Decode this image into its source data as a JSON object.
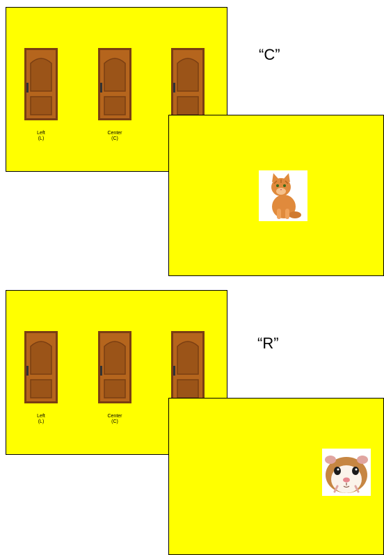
{
  "colors": {
    "panel_background": "#ffff00",
    "panel_border": "#000000",
    "door_wood": "#b5651d",
    "door_trim": "#7a3e12"
  },
  "trials": [
    {
      "response": "“C”",
      "doors": [
        {
          "label": "Left",
          "key": "(L)"
        },
        {
          "label": "Center",
          "key": "(C)"
        },
        {
          "label": "",
          "key": ""
        }
      ],
      "reveal_animal": "cat-icon"
    },
    {
      "response": "“R”",
      "doors": [
        {
          "label": "Left",
          "key": "(L)"
        },
        {
          "label": "Center",
          "key": "(C)"
        },
        {
          "label": "",
          "key": ""
        }
      ],
      "reveal_animal": "guinea-pig-icon"
    }
  ]
}
